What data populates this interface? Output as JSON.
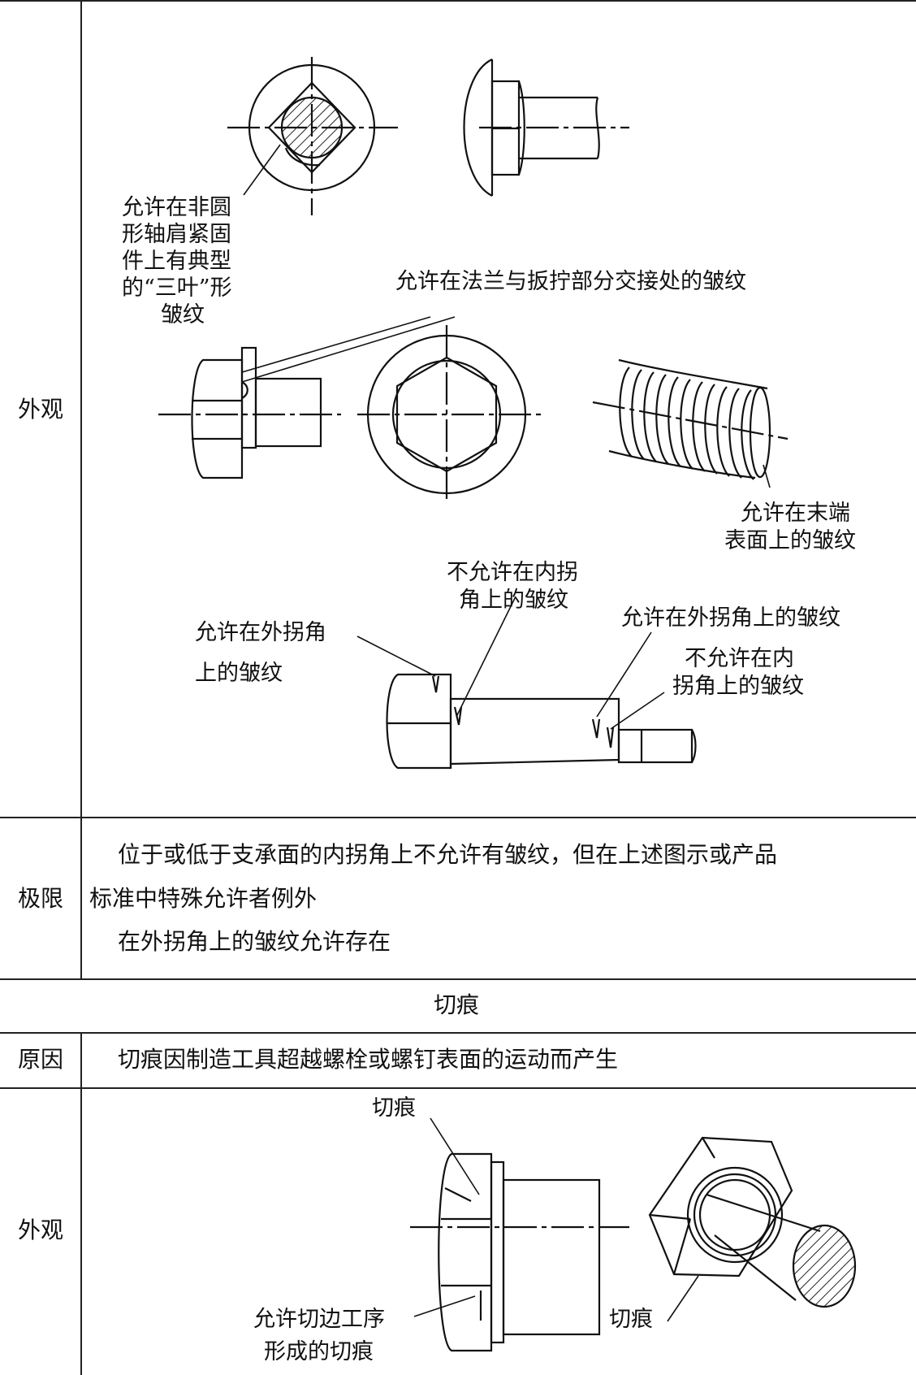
{
  "rows": {
    "appearance_1": {
      "label": "外观"
    },
    "limit": {
      "label": "极限",
      "para1_line1": "位于或低于支承面的内拐角上不允许有皱纹，但在上述图示或产品",
      "para1_line2": "标准中特殊允许者例外",
      "para2": "在外拐角上的皱纹允许存在"
    },
    "section_header": "切痕",
    "cause": {
      "label": "原因",
      "text": "切痕因制造工具超越螺栓或螺钉表面的运动而产生"
    },
    "appearance_2": {
      "label": "外观"
    }
  },
  "figure1_labels": {
    "trilobe": [
      "允许在非圆",
      "形轴肩紧固",
      "件上有典型",
      "的“三叶”形",
      "皱纹"
    ],
    "flange": "允许在法兰与扳拧部分交接处的皱纹",
    "thread_end": [
      "允许在末端",
      "表面上的皱纹"
    ],
    "inner_not": [
      "不允许在内拐",
      "角上的皱纹"
    ],
    "outer_left": [
      "允许在外拐角",
      "上的皱纹"
    ],
    "outer_right": "允许在外拐角上的皱纹",
    "inner_not_right": [
      "不允许在内",
      "拐角上的皱纹"
    ]
  },
  "figure2_labels": {
    "cut_mark_top": "切痕",
    "trim_cut": [
      "允许切边工序",
      "形成的切痕"
    ],
    "cut_mark_right": "切痕"
  }
}
